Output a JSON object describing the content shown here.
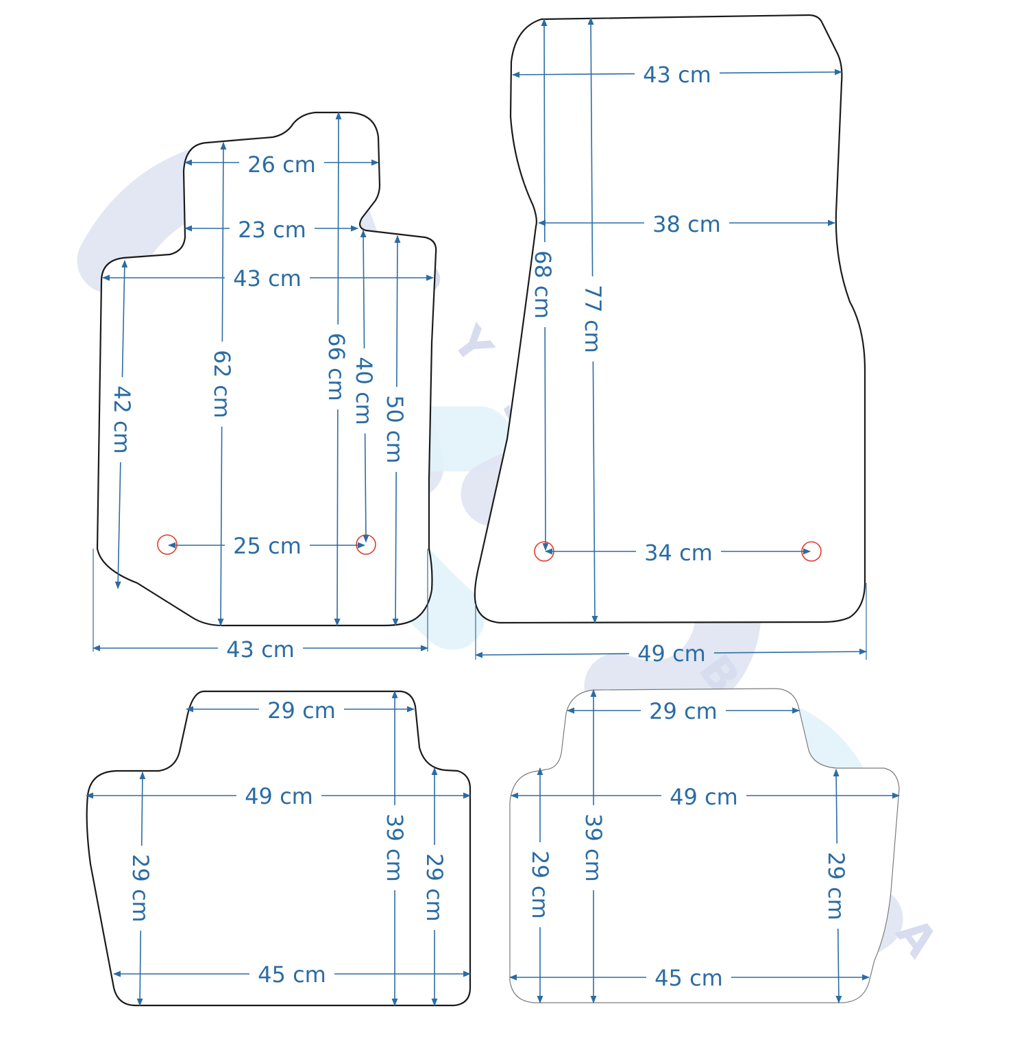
{
  "watermark": {
    "letters": [
      "D",
      "Y",
      "S",
      "T",
      "R",
      "Y",
      "B",
      "U",
      "C",
      "J",
      "A"
    ],
    "colors": {
      "violet": "#dfe4f2",
      "cyan": "#e2f3fa"
    }
  },
  "colors": {
    "dimension": "#2b6ca3",
    "outline": "#1a1a1a",
    "mount": "#e03a2a"
  },
  "mats": {
    "front_left": {
      "dims": {
        "top_width": "26 cm",
        "step_width": "23 cm",
        "upper_width": "43 cm",
        "mount_spacing": "25 cm",
        "bottom_width": "43 cm",
        "left_height": "42 cm",
        "height_62": "62 cm",
        "height_66": "66 cm",
        "height_40": "40 cm",
        "height_50": "50 cm"
      }
    },
    "front_right": {
      "dims": {
        "top_width": "43 cm",
        "mid_width": "38 cm",
        "mount_spacing": "34 cm",
        "bottom_width": "49 cm",
        "height_68": "68 cm",
        "height_77": "77 cm"
      }
    },
    "rear_left": {
      "dims": {
        "top_width": "29 cm",
        "mid_width": "49 cm",
        "bottom_width": "45 cm",
        "left_height": "29 cm",
        "center_height": "39 cm",
        "right_height": "29 cm"
      }
    },
    "rear_right": {
      "dims": {
        "top_width": "29 cm",
        "mid_width": "49 cm",
        "bottom_width": "45 cm",
        "left_height": "29 cm",
        "center_height": "39 cm",
        "right_height": "29 cm"
      }
    }
  }
}
